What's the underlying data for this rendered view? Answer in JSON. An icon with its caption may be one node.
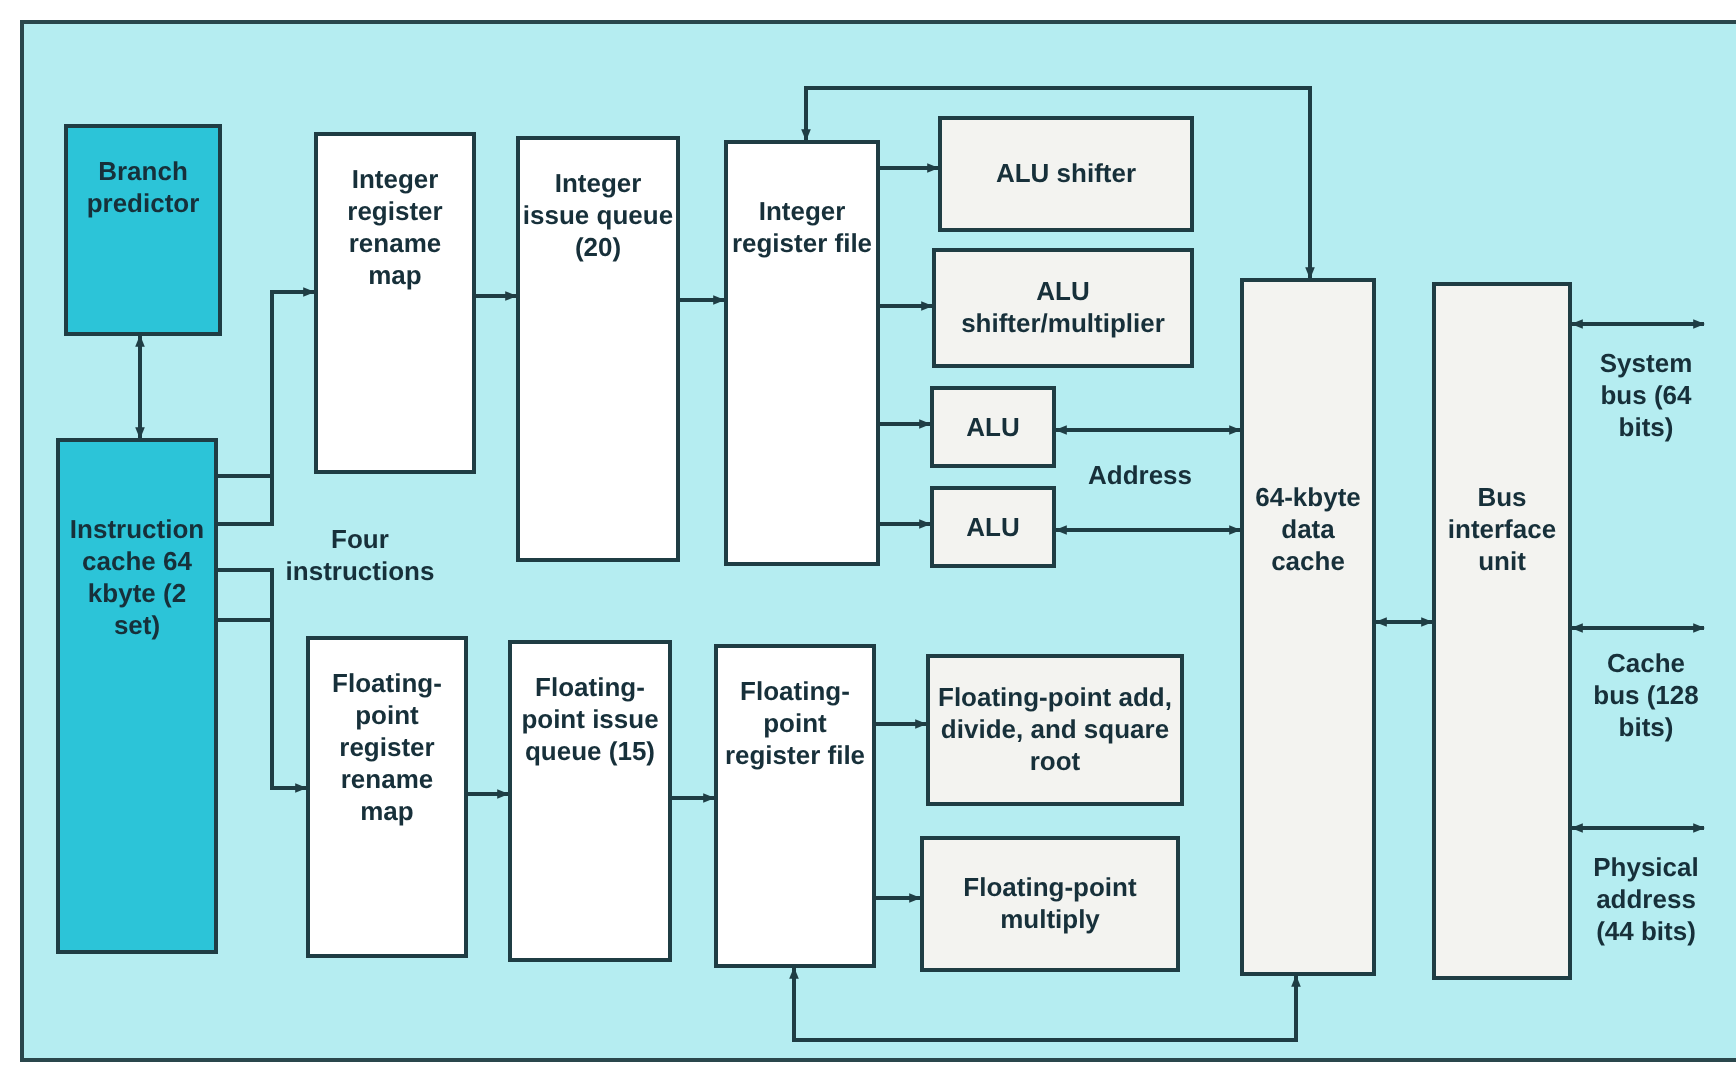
{
  "diagram": {
    "nodes": [
      {
        "text": [
          "Branch predictor"
        ]
      },
      {
        "text": [
          "Instruction cache 64 kbyte (2 set)"
        ]
      },
      {
        "text": [
          "Integer register rename map"
        ]
      },
      {
        "text": [
          "Integer issue queue (20)"
        ]
      },
      {
        "text": [
          "Integer register file"
        ]
      },
      {
        "text": [
          "ALU shifter"
        ]
      },
      {
        "text": [
          "ALU shifter/multiplier"
        ]
      },
      {
        "text": [
          "ALU"
        ]
      },
      {
        "text": [
          "ALU"
        ]
      },
      {
        "text": [
          "64-kbyte data cache"
        ]
      },
      {
        "text": [
          "Bus interface unit"
        ]
      },
      {
        "text": [
          "Floating-point register rename map"
        ]
      },
      {
        "text": [
          "Floating-point issue queue (15)"
        ]
      },
      {
        "text": [
          "Floating-point register file"
        ]
      },
      {
        "text": [
          "Floating-point add, divide, and square root"
        ]
      },
      {
        "text": [
          "Floating-point multiply"
        ]
      },
      {
        "text": [
          "System bus (64 bits)"
        ]
      },
      {
        "text": [
          "Cache bus (128 bits)"
        ]
      },
      {
        "text": [
          "Physical address (44 bits)"
        ]
      }
    ],
    "edges": [
      {
        "from": 0,
        "to": 1,
        "arrow": "both"
      },
      {
        "from": 1,
        "to": 2,
        "arrow": "to"
      },
      {
        "from": 1,
        "to": 11,
        "arrow": "to"
      },
      {
        "from": 2,
        "to": 3,
        "arrow": "to"
      },
      {
        "from": 3,
        "to": 4,
        "arrow": "to"
      },
      {
        "from": 4,
        "to": 5,
        "arrow": "to"
      },
      {
        "from": 4,
        "to": 6,
        "arrow": "to"
      },
      {
        "from": 4,
        "to": 7,
        "arrow": "to"
      },
      {
        "from": 4,
        "to": 8,
        "arrow": "to"
      },
      {
        "from": 4,
        "to": 9,
        "arrow": "both"
      },
      {
        "from": 7,
        "to": 9,
        "arrow": "both"
      },
      {
        "from": 8,
        "to": 9,
        "arrow": "both"
      },
      {
        "from": 9,
        "to": 10,
        "arrow": "both"
      },
      {
        "from": 10,
        "to": 16,
        "arrow": "both"
      },
      {
        "from": 10,
        "to": 17,
        "arrow": "both"
      },
      {
        "from": 10,
        "to": 18,
        "arrow": "both"
      },
      {
        "from": 11,
        "to": 12,
        "arrow": "to"
      },
      {
        "from": 12,
        "to": 13,
        "arrow": "to"
      },
      {
        "from": 13,
        "to": 14,
        "arrow": "to"
      },
      {
        "from": 13,
        "to": 15,
        "arrow": "to"
      },
      {
        "from": 13,
        "to": 9,
        "arrow": "both"
      }
    ],
    "labels": [
      "Four instructions",
      "Address"
    ]
  }
}
